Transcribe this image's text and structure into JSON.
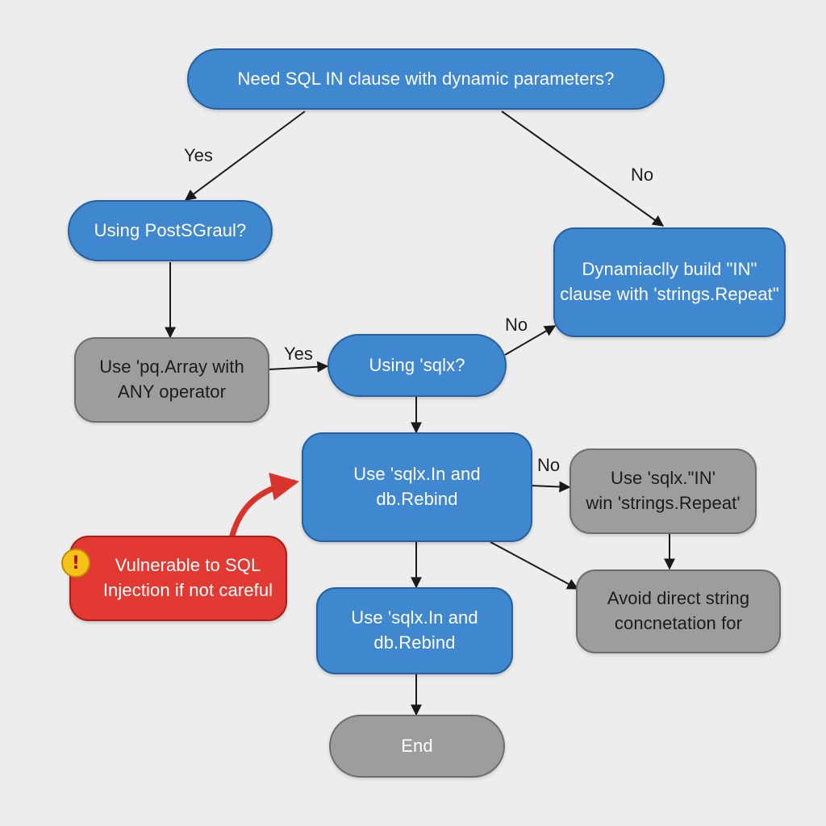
{
  "colors": {
    "background": "#ededed",
    "decision_blue": "#3f87cf",
    "action_gray": "#9d9d9d",
    "warning_red": "#e23a33",
    "warning_icon": "#f6c21a",
    "arrow": "#1a1a1a",
    "warning_arrow": "#d9342b"
  },
  "nodes": {
    "start_question": {
      "line1": "Need SQL IN clause with dynamic parameters?"
    },
    "using_postgres": {
      "line1": "Using PostSGraul?"
    },
    "dynamic_build": {
      "line1": "Dynamiaclly build \"IN\"",
      "line2": "clause with 'strings.Repeat\""
    },
    "use_pq_array": {
      "line1": "Use 'pq.Array with",
      "line2": "ANY operator"
    },
    "using_sqlx": {
      "line1": "Using 'sqlx?"
    },
    "use_sqlx_in_rebind": {
      "line1": "Use 'sqlx.In and",
      "line2": "db.Rebind"
    },
    "use_sqlx_in_repeat": {
      "line1": "Use 'sqlx.\"IN'",
      "line2": "win 'strings.Repeat'"
    },
    "sql_injection_warning": {
      "line1": "Vulnerable to SQL",
      "line2": "Injection if not careful",
      "icon": "warning-icon",
      "icon_glyph": "!"
    },
    "use_sqlx_in_rebind_2": {
      "line1": "Use 'sqlx.In and",
      "line2": "db.Rebind"
    },
    "avoid_concat": {
      "line1": "Avoid direct string",
      "line2": "concnetation for"
    },
    "end": {
      "line1": "End"
    }
  },
  "edge_labels": {
    "start_yes": "Yes",
    "start_no": "No",
    "pq_yes": "Yes",
    "sqlx_no": "No",
    "rebind_no": "No"
  }
}
